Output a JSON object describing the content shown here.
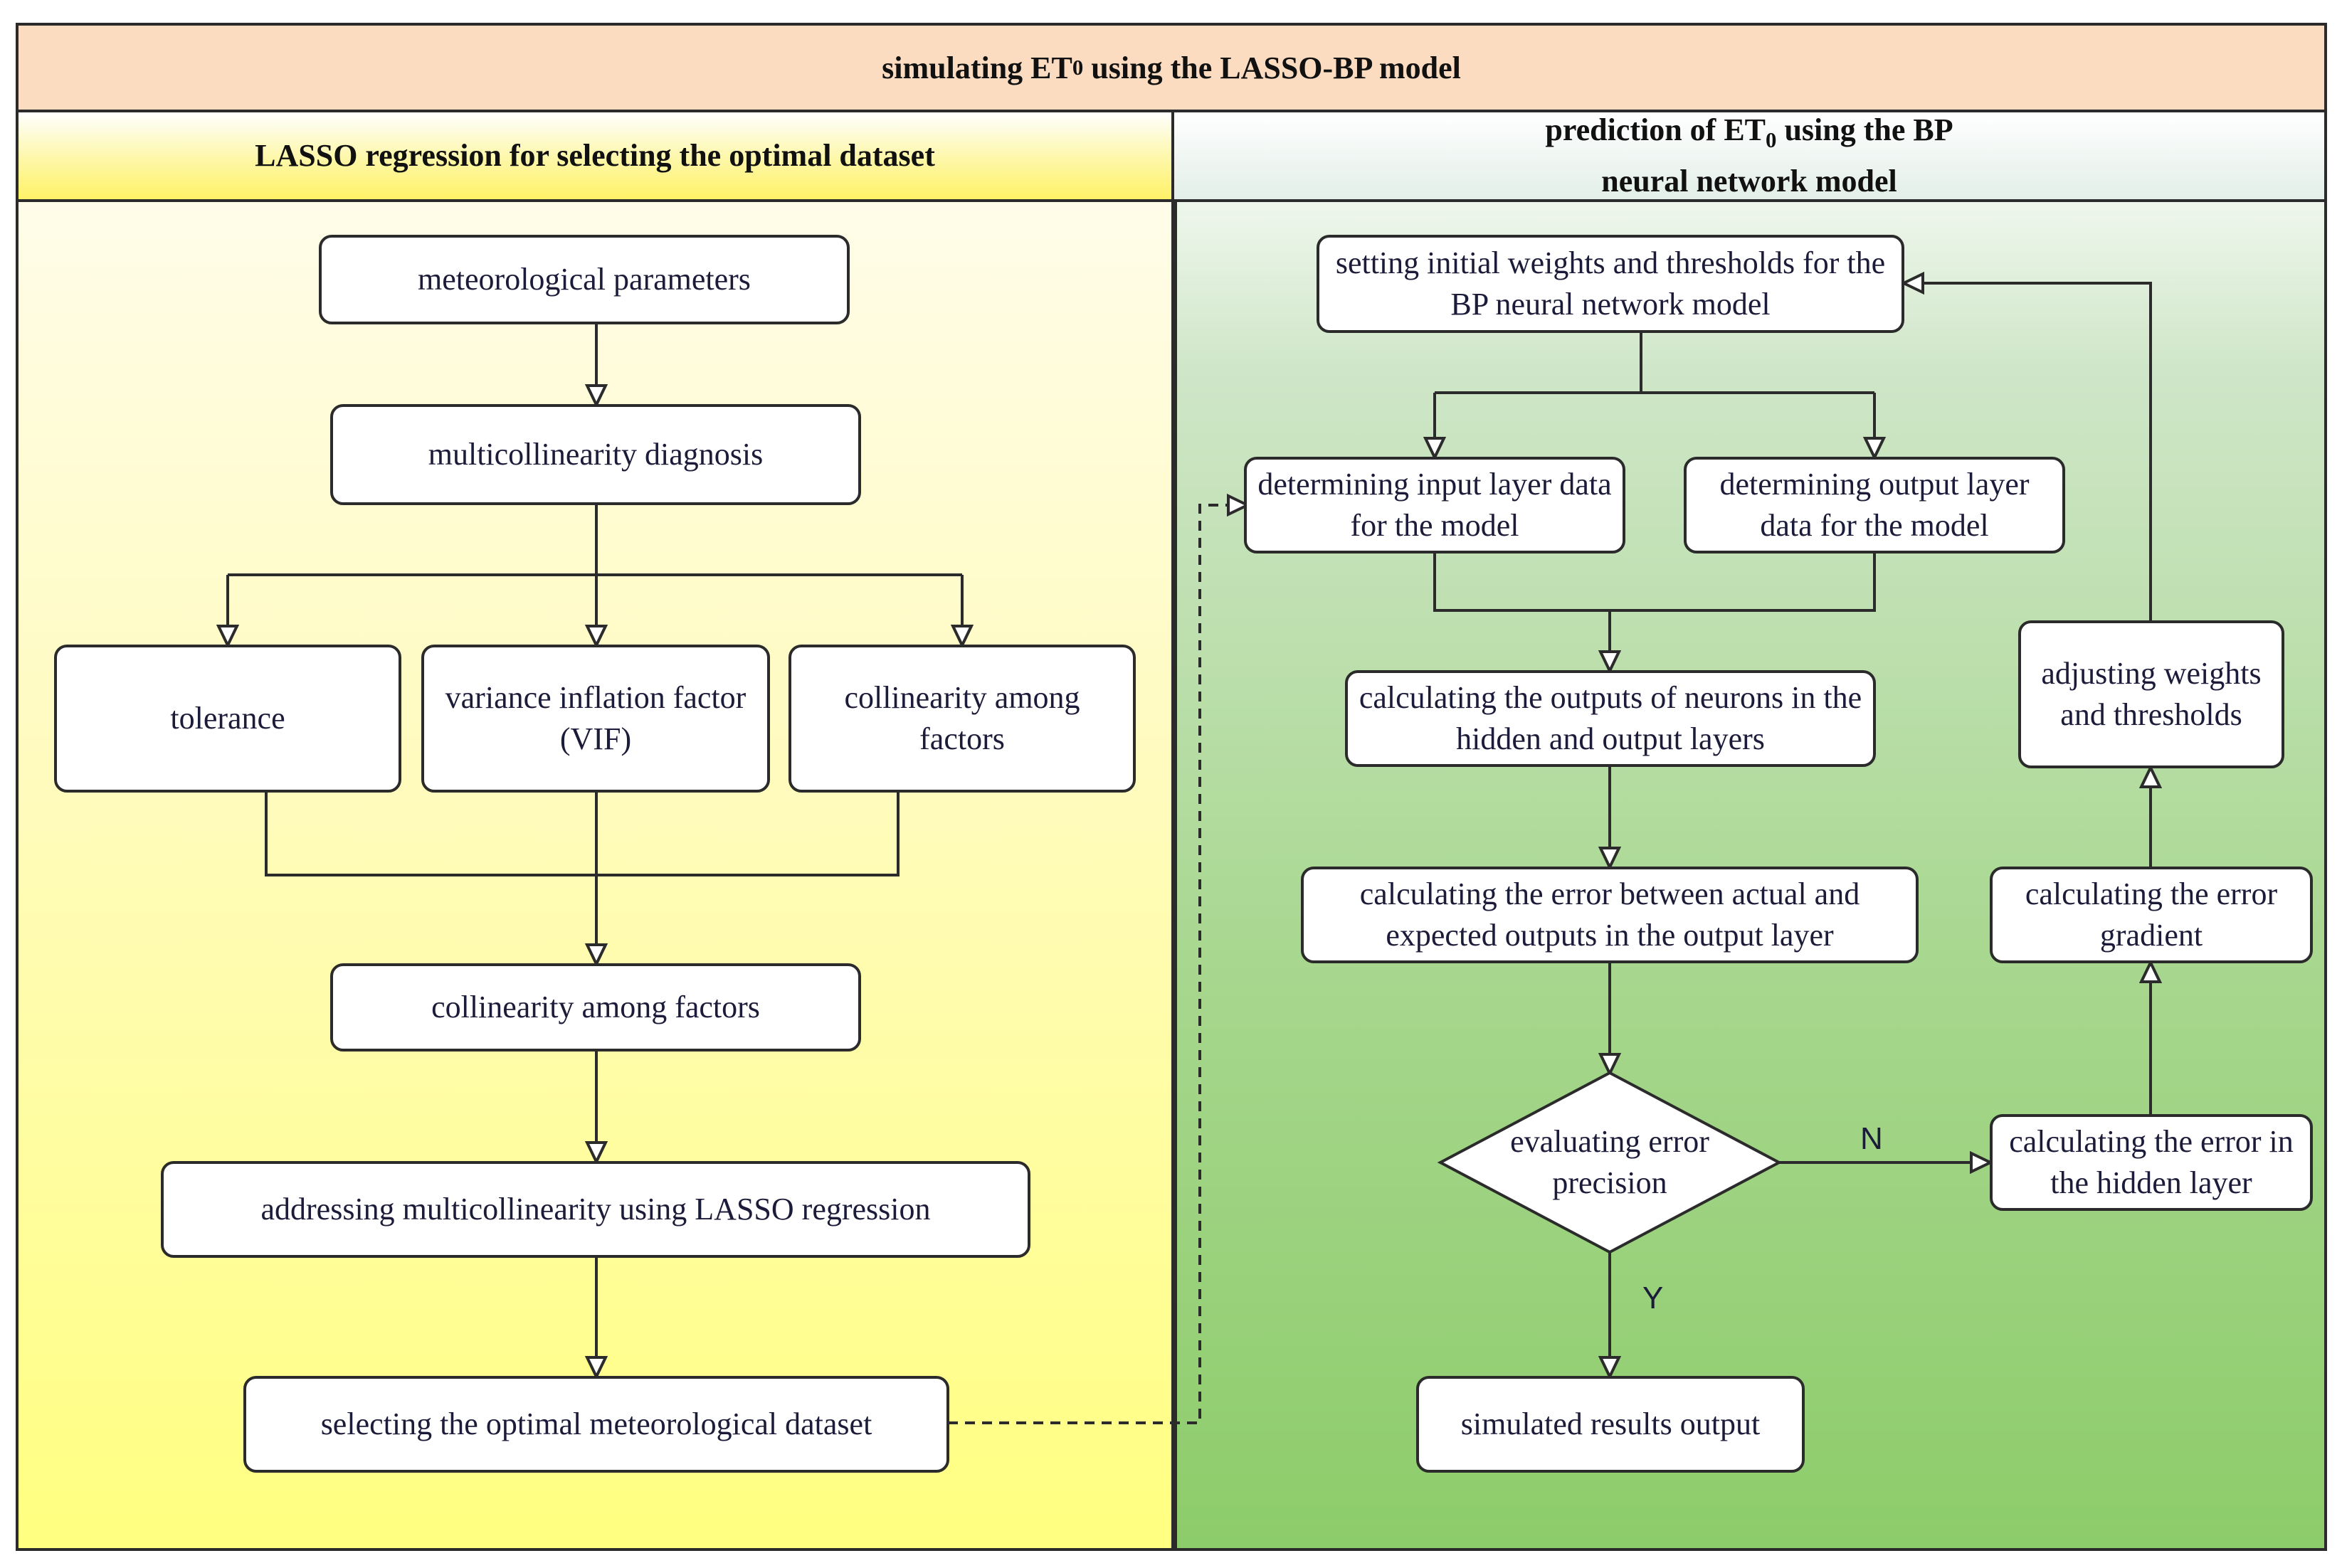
{
  "title": {
    "main": "simulating ET",
    "sub": "0",
    "rest": " using the LASSO-BP model"
  },
  "left_lane": {
    "heading": "LASSO regression for selecting the optimal dataset",
    "nodes": {
      "met_params": "meteorological parameters",
      "multi_diag": "multicollinearity diagnosis",
      "tolerance": "tolerance",
      "vif": "variance inflation factor (VIF)",
      "collin_factors_a": "collinearity among factors",
      "collin_factors_b": "collinearity among factors",
      "lasso": "addressing multicollinearity using LASSO regression",
      "optimal": "selecting the optimal meteorological dataset"
    }
  },
  "right_lane": {
    "heading_main": "prediction of ET",
    "heading_sub": "0",
    "heading_rest": " using the BP",
    "heading_line2": "neural network model",
    "nodes": {
      "init_weights": "setting initial weights and thresholds for the BP neural network model",
      "input_layer": "determining input layer data for the model",
      "output_layer": "determining output layer data for the model",
      "calc_outputs": "calculating the outputs of neurons in the hidden and output layers",
      "calc_error": "calculating the error between actual and expected outputs in the output layer",
      "evaluate": "evaluating error precision",
      "simulated": "simulated results output",
      "hidden_error": "calculating the error in the hidden layer",
      "error_gradient": "calculating the error gradient",
      "adjust": "adjusting weights and thresholds"
    },
    "labels": {
      "no": "N",
      "yes": "Y"
    }
  }
}
